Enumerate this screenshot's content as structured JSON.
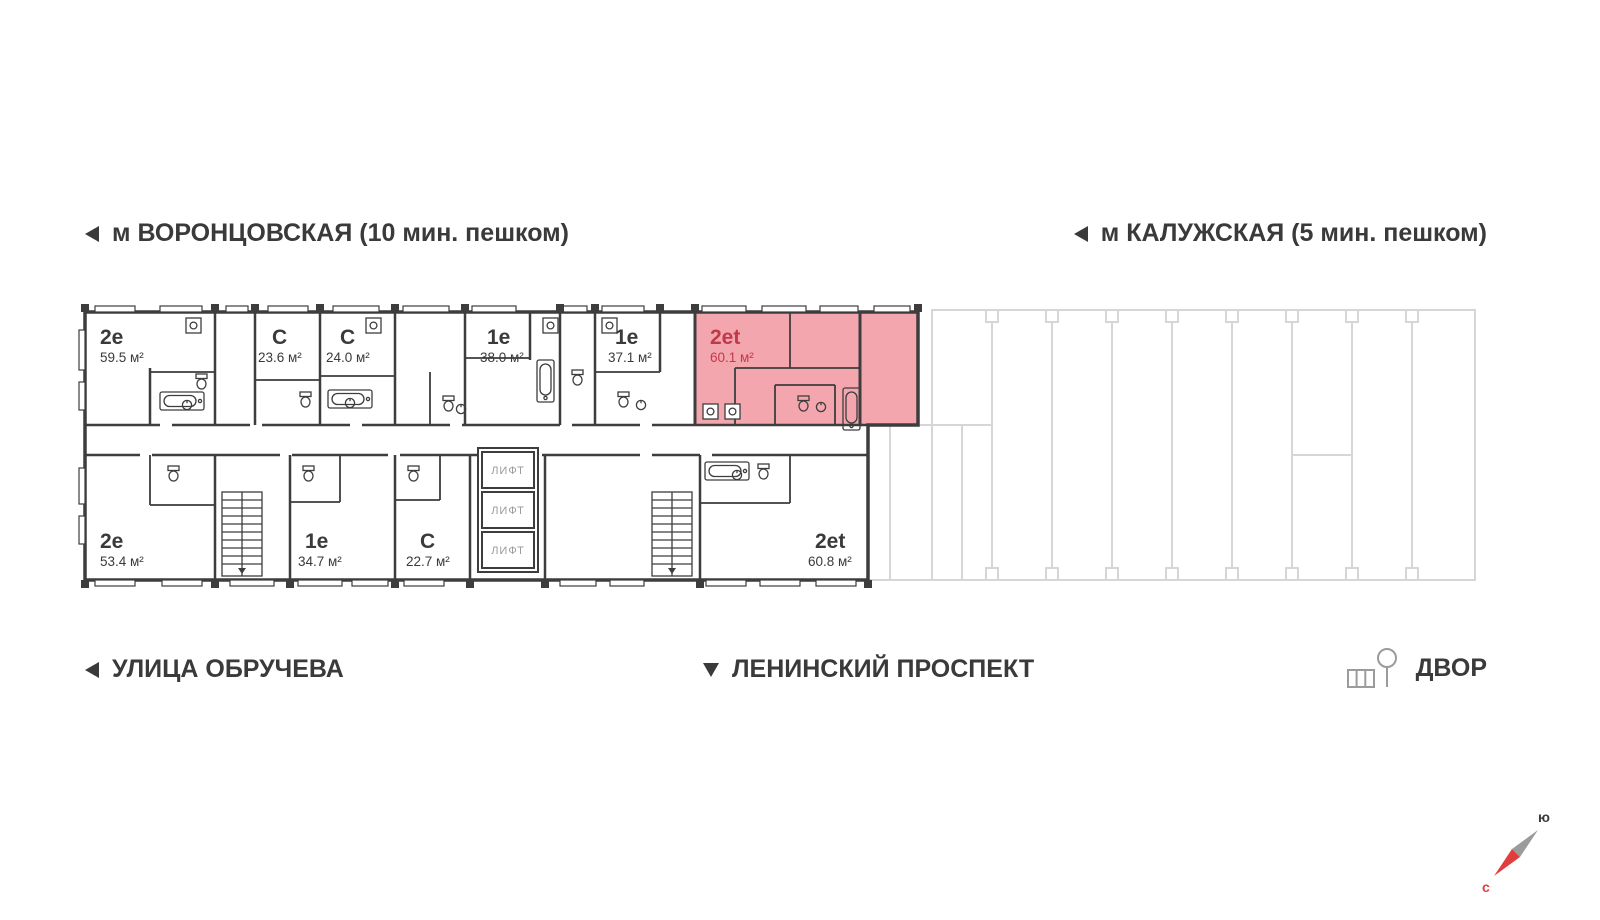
{
  "colors": {
    "wall": "#3d3d3d",
    "text": "#3a3a3a",
    "muted_gray": "#9b9b9b",
    "outline_gray": "#d6d6d6",
    "highlight_fill": "#f4a6ae",
    "highlight_text": "#c0394b",
    "compass_red": "#e23d3d"
  },
  "top_labels": {
    "left": "м ВОРОНЦОВСКАЯ  (10 мин. пешком)",
    "right": "м КАЛУЖСКАЯ (5 мин. пешком)"
  },
  "bottom_labels": {
    "left": "УЛИЦА ОБРУЧЕВА",
    "center": "ЛЕНИНСКИЙ ПРОСПЕКТ",
    "right": "ДВОР"
  },
  "compass": {
    "north": "с",
    "south": "ю"
  },
  "elevators": [
    "ЛИФТ",
    "ЛИФТ",
    "ЛИФТ"
  ],
  "apartments": [
    {
      "type": "2е",
      "area": "59.5 м²",
      "row": "top",
      "highlighted": false
    },
    {
      "type": "С",
      "area": "23.6 м²",
      "row": "top",
      "highlighted": false
    },
    {
      "type": "С",
      "area": "24.0 м²",
      "row": "top",
      "highlighted": false
    },
    {
      "type": "1е",
      "area": "38.0 м²",
      "row": "top",
      "highlighted": false
    },
    {
      "type": "1е",
      "area": "37.1 м²",
      "row": "top",
      "highlighted": false
    },
    {
      "type": "2et",
      "area": "60.1 м²",
      "row": "top",
      "highlighted": true
    },
    {
      "type": "2е",
      "area": "53.4 м²",
      "row": "bottom",
      "highlighted": false
    },
    {
      "type": "1е",
      "area": "34.7 м²",
      "row": "bottom",
      "highlighted": false
    },
    {
      "type": "С",
      "area": "22.7 м²",
      "row": "bottom",
      "highlighted": false
    },
    {
      "type": "2et",
      "area": "60.8 м²",
      "row": "bottom",
      "highlighted": false
    }
  ]
}
